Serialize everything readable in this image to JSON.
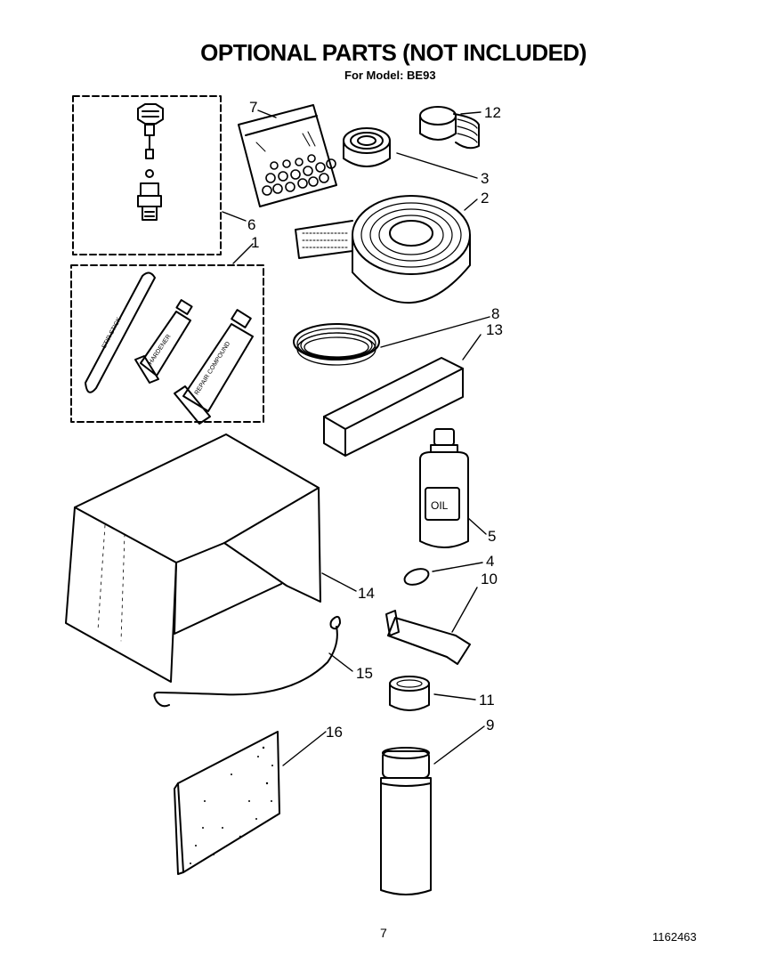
{
  "header": {
    "title": "OPTIONAL PARTS (NOT INCLUDED)",
    "model_line": "For Model: BE93"
  },
  "callouts": [
    "7",
    "12",
    "3",
    "2",
    "6",
    "1",
    "8",
    "13",
    "5",
    "4",
    "10",
    "14",
    "15",
    "11",
    "16",
    "9"
  ],
  "part_text": {
    "stir_stick": "STIR STICK",
    "tube_a": "HARDENER",
    "tube_b": "REPAIR COMPOUND",
    "oil_label": "OIL"
  },
  "footer": {
    "page_number": "7",
    "doc_number": "1162463"
  }
}
